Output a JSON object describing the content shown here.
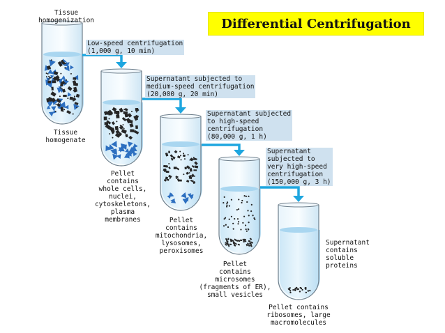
{
  "title": "Differential Centrifugation",
  "start": {
    "process_label": "Tissue\nhomogenization",
    "tube_label": "Tissue\nhomogenate"
  },
  "steps": [
    {
      "text": "Low-speed centrifugation\n(1,000 g, 10 min)",
      "pellet": "Pellet\ncontains\nwhole cells,\nnuclei,\ncytoskeletons,\nplasma\nmembranes"
    },
    {
      "text": "Supernatant subjected to\nmedium-speed centrifugation\n(20,000 g, 20 min)",
      "pellet": "Pellet\ncontains\nmitochondria,\nlysosomes,\nperoxisomes"
    },
    {
      "text": "Supernatant subjected\nto high-speed\ncentrifugation\n(80,000 g, 1 h)",
      "pellet": "Pellet\ncontains\nmicrosomes\n(fragments of ER),\nsmall vesicles"
    },
    {
      "text": "Supernatant\nsubjected to\nvery high-speed\ncentrifugation\n(150,000 g, 3 h)",
      "pellet": "Pellet contains\nribosomes, large\nmacromolecules"
    }
  ],
  "final_supernatant": "Supernatant\ncontains\nsoluble\nproteins",
  "colors": {
    "title_bg": "#ffff00",
    "label_bg": "#cfe1ef",
    "arrow": "#1ea6df",
    "liquid": "#d9eefa",
    "liquid_top": "#a9d6f0",
    "triangle_particle": "#2d6fc0",
    "dark_particle": "#262626"
  }
}
